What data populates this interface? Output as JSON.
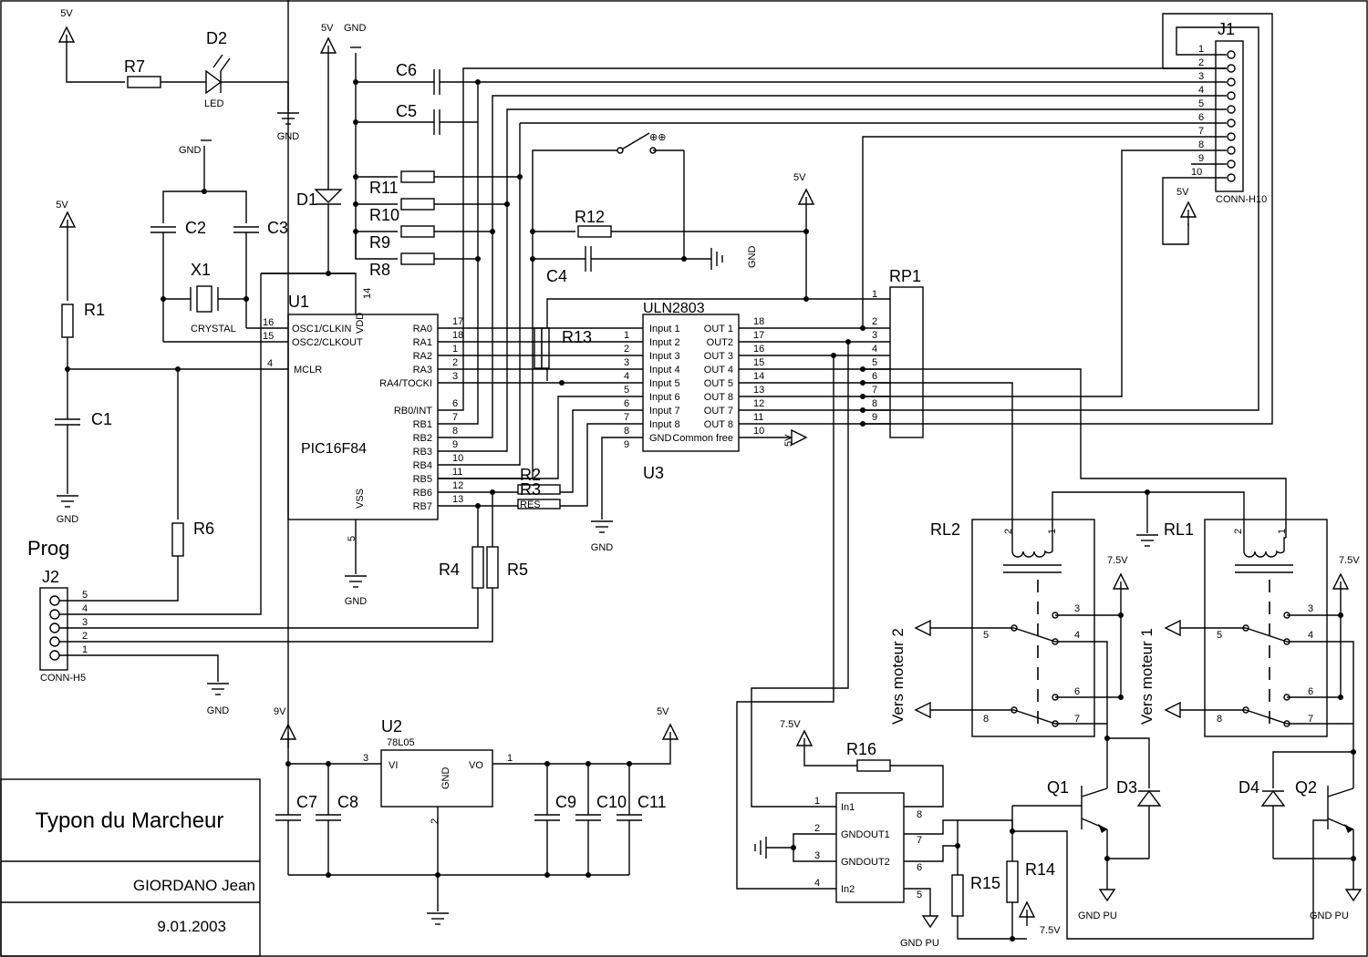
{
  "title_block": {
    "title": "Typon du Marcheur",
    "author": "GIORDANO Jean",
    "date": "9.01.2003"
  },
  "labels": {
    "v5": "5V",
    "v9": "9V",
    "v75": "7.5V",
    "gnd": "GND",
    "gnd_pu": "GND PU",
    "prog": "Prog",
    "led": "LED",
    "crystal": "CRYSTAL",
    "conn_h5": "CONN-H5",
    "conn_h10": "CONN-H10",
    "vers_moteur_1": "Vers moteur 1",
    "vers_moteur_2": "Vers moteur 2",
    "pic_name": "PIC16F84",
    "uln_name": "ULN2803",
    "reg_name": "78L05",
    "res_label": "RES"
  },
  "components": {
    "R1": "R1",
    "R2": "R2",
    "R3": "R3",
    "R4": "R4",
    "R5": "R5",
    "R6": "R6",
    "R7": "R7",
    "R8": "R8",
    "R9": "R9",
    "R10": "R10",
    "R11": "R11",
    "R12": "R12",
    "R13": "R13",
    "R14": "R14",
    "R15": "R15",
    "R16": "R16",
    "C1": "C1",
    "C2": "C2",
    "C3": "C3",
    "C4": "C4",
    "C5": "C5",
    "C6": "C6",
    "C7": "C7",
    "C8": "C8",
    "C9": "C9",
    "C10": "C10",
    "C11": "C11",
    "D1": "D1",
    "D2": "D2",
    "D3": "D3",
    "D4": "D4",
    "X1": "X1",
    "U1": "U1",
    "U2": "U2",
    "U3": "U3",
    "J1": "J1",
    "J2": "J2",
    "RP1": "RP1",
    "RL1": "RL1",
    "RL2": "RL2",
    "Q1": "Q1",
    "Q2": "Q2"
  },
  "pic": {
    "pins_left": [
      {
        "num": "16",
        "name": "OSC1/CLKIN"
      },
      {
        "num": "15",
        "name": "OSC2/CLKOUT"
      },
      {
        "num": "4",
        "name": "MCLR"
      }
    ],
    "pins_right": [
      {
        "num": "17",
        "name": "RA0"
      },
      {
        "num": "18",
        "name": "RA1"
      },
      {
        "num": "1",
        "name": "RA2"
      },
      {
        "num": "2",
        "name": "RA3"
      },
      {
        "num": "3",
        "name": "RA4/TOCKI"
      },
      {
        "num": "6",
        "name": "RB0/INT"
      },
      {
        "num": "7",
        "name": "RB1"
      },
      {
        "num": "8",
        "name": "RB2"
      },
      {
        "num": "9",
        "name": "RB3"
      },
      {
        "num": "10",
        "name": "RB4"
      },
      {
        "num": "11",
        "name": "RB5"
      },
      {
        "num": "12",
        "name": "RB6"
      },
      {
        "num": "13",
        "name": "RB7"
      }
    ],
    "vdd": "VDD",
    "vdd_pin": "14",
    "vss": "VSS",
    "vss_pin": "5"
  },
  "uln": {
    "inputs": [
      {
        "num": "1",
        "name": "Input 1"
      },
      {
        "num": "2",
        "name": "Input 2"
      },
      {
        "num": "3",
        "name": "Input 3"
      },
      {
        "num": "4",
        "name": "Input 4"
      },
      {
        "num": "5",
        "name": "Input 5"
      },
      {
        "num": "6",
        "name": "Input 6"
      },
      {
        "num": "7",
        "name": "Input 7"
      },
      {
        "num": "8",
        "name": "Input 8"
      },
      {
        "num": "9",
        "name": "GND"
      }
    ],
    "outputs": [
      {
        "num": "18",
        "name": "OUT 1"
      },
      {
        "num": "17",
        "name": "OUT2"
      },
      {
        "num": "16",
        "name": "OUT 3"
      },
      {
        "num": "15",
        "name": "OUT 4"
      },
      {
        "num": "14",
        "name": "OUT 5"
      },
      {
        "num": "13",
        "name": "OUT 8"
      },
      {
        "num": "12",
        "name": "OUT 7"
      },
      {
        "num": "11",
        "name": "OUT 8"
      },
      {
        "num": "10",
        "name": "Common free"
      }
    ]
  },
  "rp1_pins": [
    "1",
    "2",
    "3",
    "4",
    "5",
    "6",
    "7",
    "8",
    "9"
  ],
  "j1_pins": [
    "1",
    "2",
    "3",
    "4",
    "5",
    "6",
    "7",
    "8",
    "9",
    "10"
  ],
  "j2_pins": [
    "5",
    "4",
    "3",
    "2",
    "1"
  ],
  "reg": {
    "vi": "VI",
    "vo": "VO",
    "gnd": "GND",
    "pin_in": "3",
    "pin_out": "1",
    "pin_gnd": "2"
  },
  "driver": {
    "pins_left": [
      {
        "num": "1",
        "name": "In1"
      },
      {
        "num": "2",
        "name": "GNDOUT1"
      },
      {
        "num": "3",
        "name": "GNDOUT2"
      },
      {
        "num": "4",
        "name": "In2"
      }
    ],
    "pins_right": [
      {
        "num": "8"
      },
      {
        "num": "7"
      },
      {
        "num": "6"
      },
      {
        "num": "5"
      }
    ]
  },
  "relay_pins": {
    "coil_a": "2",
    "coil_b": "1",
    "p3": "3",
    "p4": "4",
    "p5": "5",
    "p6": "6",
    "p7": "7",
    "p8": "8"
  }
}
